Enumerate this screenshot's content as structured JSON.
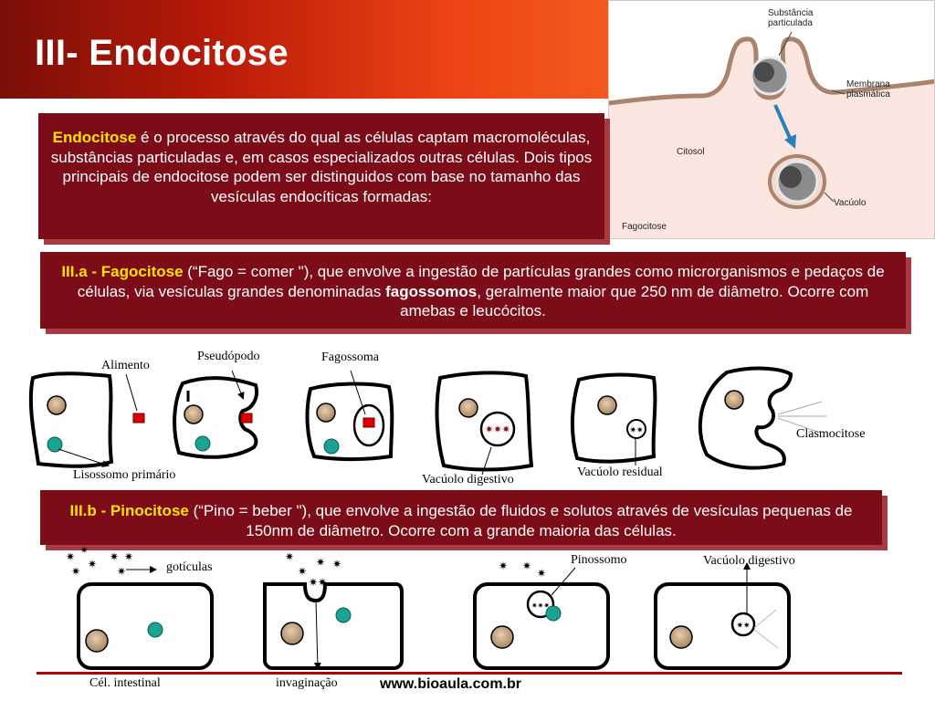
{
  "title": "III- Endocitose",
  "intro": {
    "term": "Endocitose",
    "text": " é o processo através do qual as células captam macromoléculas, substâncias particuladas e, em casos especializados outras células. Dois tipos principais de endocitose podem ser distinguidos com base no tamanho das vesículas endocíticas formadas:"
  },
  "fagocitose": {
    "heading": "III.a -  Fagocitose",
    "text1": " (“Fago = comer \"), que envolve a ingestão de  partículas grandes como microrganismos e  pedaços  de células, via vesículas  grandes denominadas ",
    "bold": "fagossomos",
    "text2": ", geralmente maior que 250 nm de  diâmetro. Ocorre com  amebas  e  leucócitos."
  },
  "pinocitose": {
    "heading": "III.b - Pinocitose",
    "text": "  (“Pino = beber \"),  que envolve a ingestão de fluidos e solutos através  de vesículas pequenas de 150nm de diâmetro. Ocorre com a grande maioria das células."
  },
  "illustration": {
    "substancia": [
      "Substância",
      "particulada"
    ],
    "membrana": [
      "Membrana",
      "plasmática"
    ],
    "citosol": "Citosol",
    "vacuolo": "Vacúolo",
    "caption": "Fagocitose"
  },
  "phago_labels": {
    "alimento": "Alimento",
    "pseudopodo": "Pseudópodo",
    "fagossoma": "Fagossoma",
    "clasmocitose": "Clasmocitose",
    "lisossomo": "Lisossomo primário",
    "vacuolo_digestivo": "Vacúolo digestivo",
    "vacuolo_residual": "Vacúolo residual"
  },
  "pino_labels": {
    "goticulas": "gotículas",
    "pinossomo": "Pinossomo",
    "vacuolo_digestivo": "Vacúolo digestivo",
    "cel_intestinal": "Cél. intestinal",
    "invaginacao": "invaginação"
  },
  "website": "www.bioaula.com.br",
  "colors": {
    "box": "#7b0c18",
    "highlight": "#ffe100",
    "nucleus": "#c9a884",
    "lysosome": "#1aa392",
    "food": "#e00000"
  }
}
